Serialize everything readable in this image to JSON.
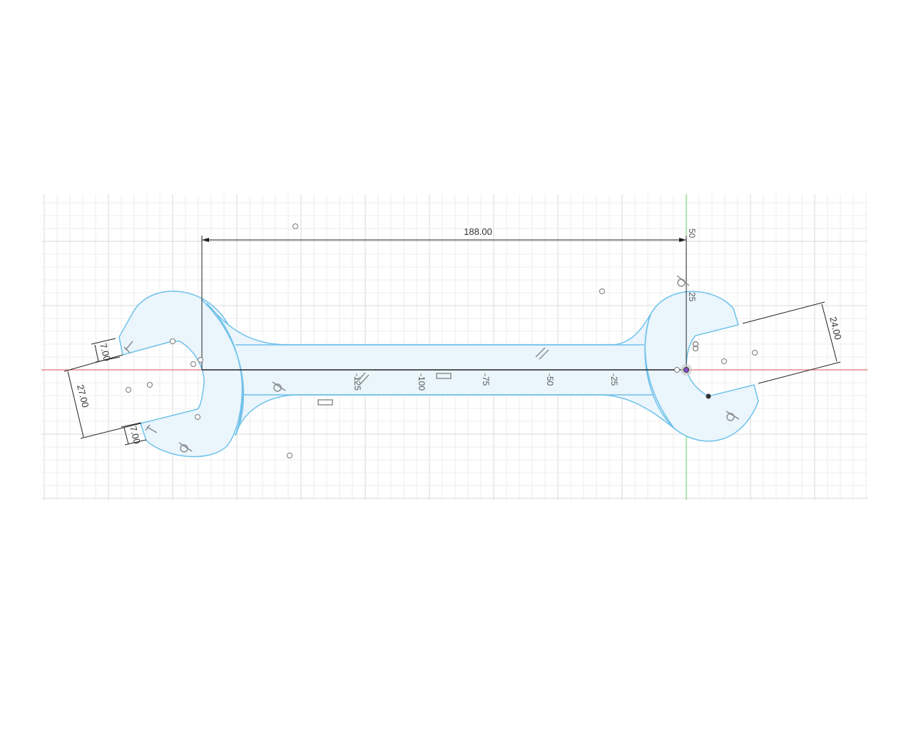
{
  "dimensions": {
    "length": "188.00",
    "jaw_left": "27.00",
    "jaw_right": "24.00",
    "jaw_tip_top": "7.00",
    "jaw_tip_bottom": "7.00"
  },
  "axis_labels": {
    "x": [
      "-25",
      "-50",
      "-75",
      "-100",
      "-125"
    ],
    "y": [
      "25",
      "50"
    ]
  },
  "colors": {
    "sketch": "#6ec1ea",
    "fill": "#eaf5fc",
    "x_axis": "#e05050",
    "y_axis": "#5ccf5c"
  }
}
